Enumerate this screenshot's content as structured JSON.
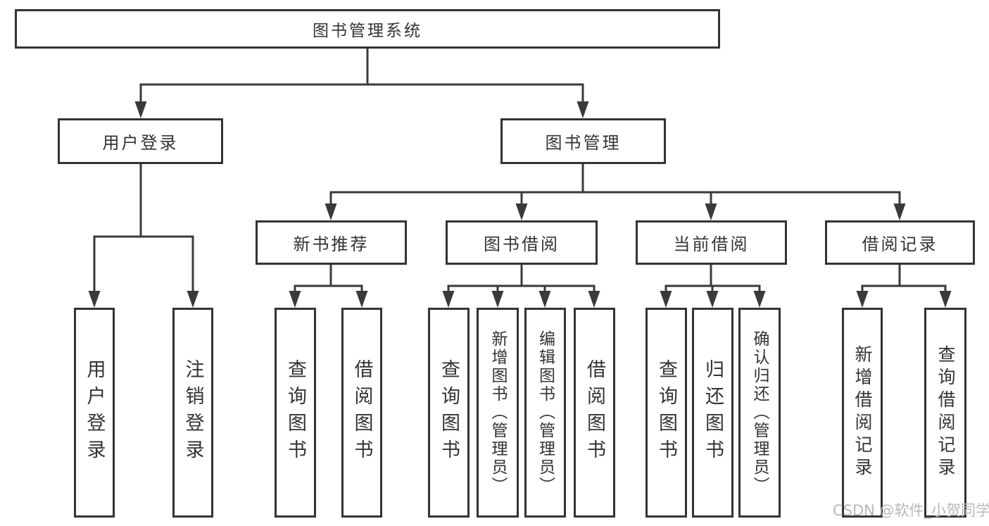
{
  "nodes": {
    "root": {
      "label": "图书管理系统"
    },
    "level2": [
      {
        "label": "用户登录"
      },
      {
        "label": "图书管理"
      }
    ],
    "level3": [
      {
        "label": "新书推荐"
      },
      {
        "label": "图书借阅"
      },
      {
        "label": "当前借阅"
      },
      {
        "label": "借阅记录"
      }
    ],
    "leaves": [
      {
        "label": "用户登录"
      },
      {
        "label": "注销登录"
      },
      {
        "label": "查询图书"
      },
      {
        "label": "借阅图书"
      },
      {
        "label": "查询图书"
      },
      {
        "label": "新增图书（管理员）"
      },
      {
        "label": "编辑图书（管理员）"
      },
      {
        "label": "借阅图书"
      },
      {
        "label": "查询图书"
      },
      {
        "label": "归还图书"
      },
      {
        "label": "确认归还（管理员）"
      },
      {
        "label": "新增借阅记录"
      },
      {
        "label": "查询借阅记录"
      }
    ]
  },
  "watermark": "CSDN @软件_小贺同学",
  "colors": {
    "line": "#3a3a3a",
    "box_border": "#333333",
    "text": "#333333",
    "watermark": "#b8b8b8",
    "background": "#ffffff"
  }
}
